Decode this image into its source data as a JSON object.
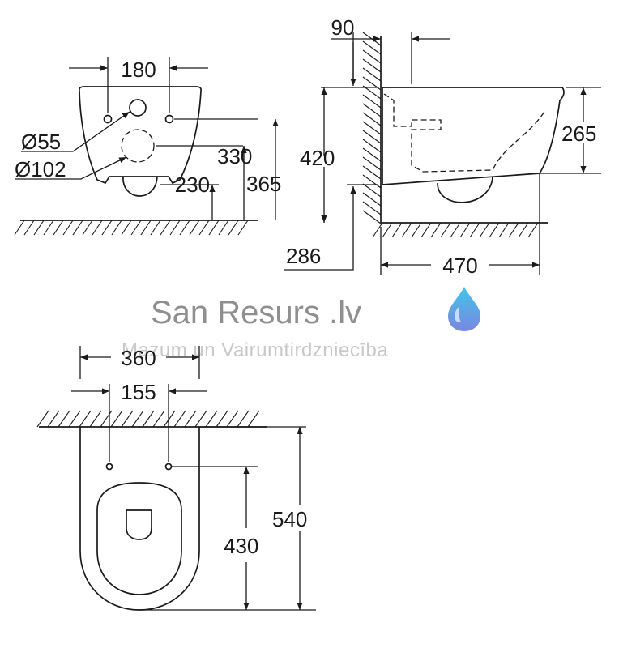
{
  "watermark": {
    "title": "San Resurs .lv",
    "subtitle": "Mazum un Vairumtirdzniecība",
    "drop_icon": "water-drop-icon",
    "drop_colors": [
      "#3fc6e8",
      "#7b86e2"
    ]
  },
  "colors": {
    "ink": "#1a1a1a",
    "background": "#ffffff"
  },
  "front_view": {
    "dimensions": {
      "fixing_spacing": "180",
      "outlet_diameter": "Ø55",
      "inlet_diameter": "Ø102",
      "inlet_height": "330",
      "fixing_height": "365",
      "outlet_height": "230"
    }
  },
  "side_view": {
    "dimensions": {
      "wall_offset": "90",
      "bowl_height": "265",
      "rim_height": "420",
      "outlet_height": "286",
      "projection": "470"
    }
  },
  "top_view": {
    "dimensions": {
      "width": "360",
      "fixing_spacing": "155",
      "length": "540",
      "fixing_to_front": "430"
    }
  }
}
